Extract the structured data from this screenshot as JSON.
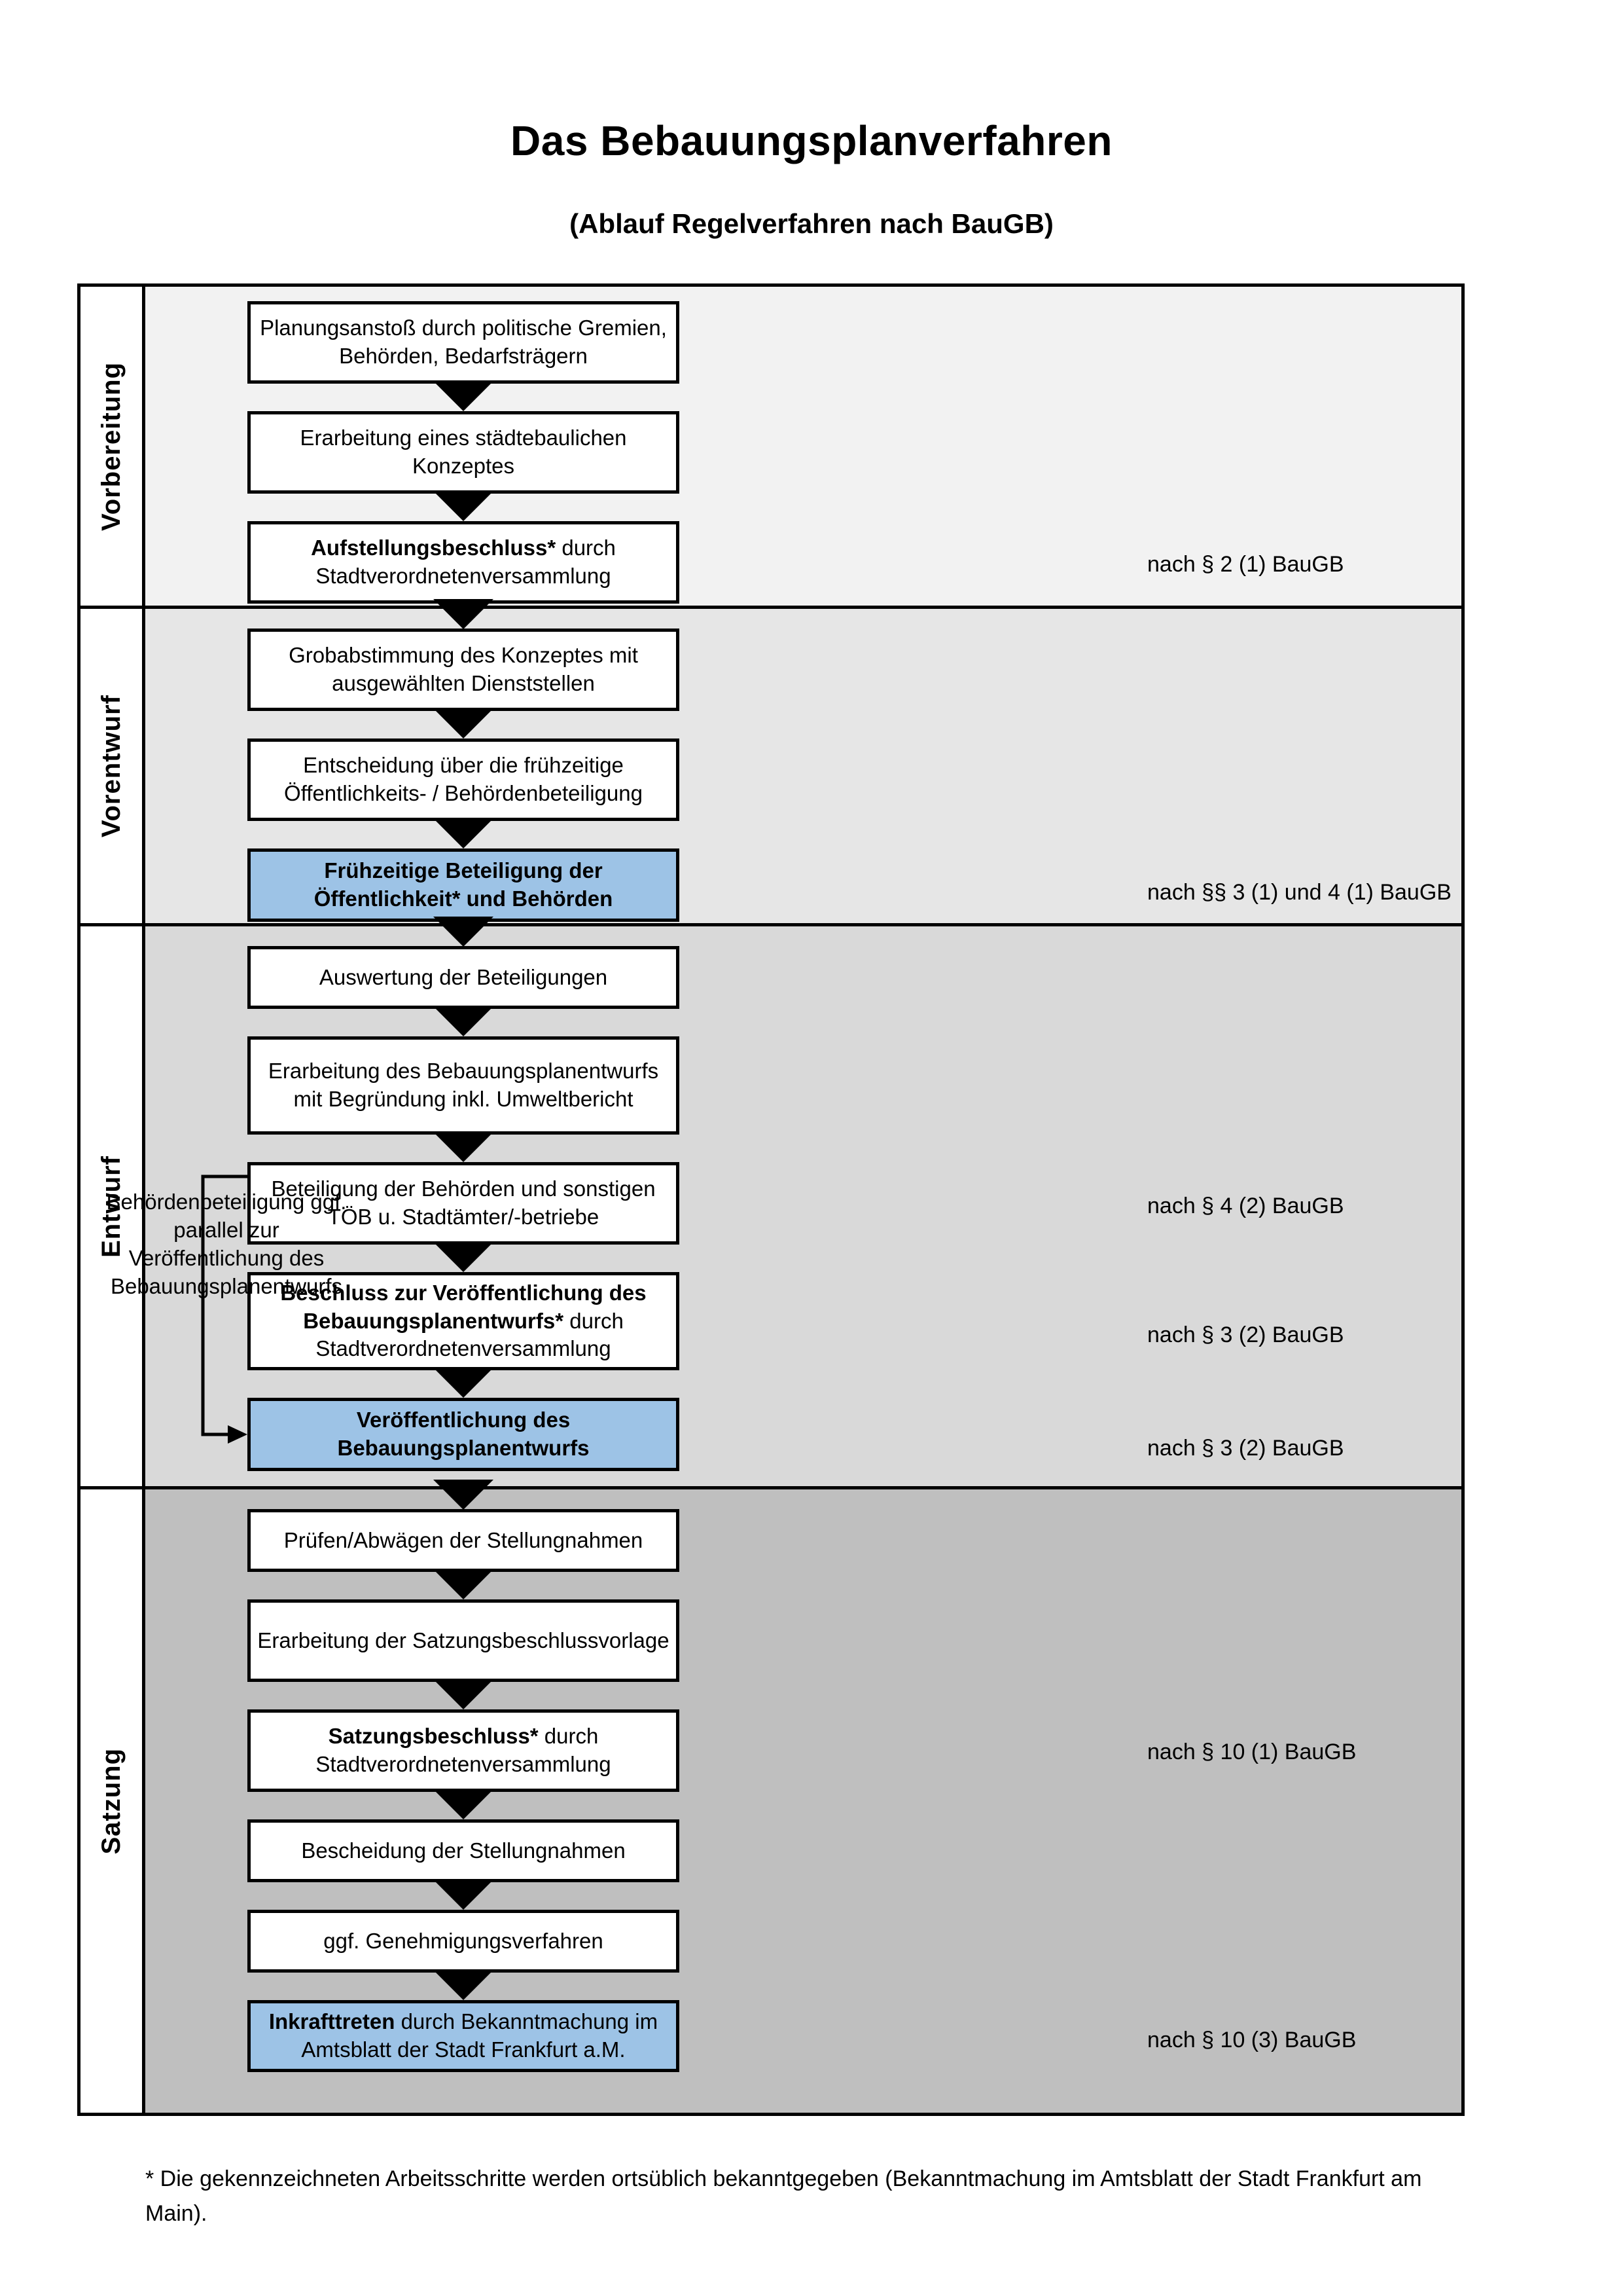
{
  "header": {
    "title": "Das Bebauungsplanverfahren",
    "subtitle": "(Ablauf Regelverfahren nach BauGB)"
  },
  "colors": {
    "highlight_blue": "#9dc3e6",
    "lane1_bg": "#f2f2f2",
    "lane2_bg": "#e6e6e6",
    "lane3_bg": "#d9d9d9",
    "lane4_bg": "#bfbfbf",
    "outline": "#000000"
  },
  "flowchart": {
    "type": "flowchart",
    "orientation": "vertical",
    "lanes": [
      {
        "id": "vorbereitung",
        "label": "Vorbereitung",
        "background": "#f2f2f2",
        "steps": [
          {
            "id": "s1",
            "text": "Planungsanstoß durch politische Gremien, Behörden, Bedarfsträgern",
            "bold_prefix": "",
            "highlight": false
          },
          {
            "id": "s2",
            "text": "Erarbeitung eines städtebaulichen Konzeptes",
            "bold_prefix": "",
            "highlight": false
          },
          {
            "id": "s3",
            "text": "Aufstellungsbeschluss* durch Stadtverordnetenversammlung",
            "bold_prefix": "Aufstellungsbeschluss*",
            "bold_rest": " durch Stadtverordnetenversammlung",
            "highlight": false
          }
        ],
        "legal_refs": [
          {
            "text": "nach § 2 (1) BauGB",
            "for_step": "s3"
          }
        ]
      },
      {
        "id": "vorentwurf",
        "label": "Vorentwurf",
        "background": "#e6e6e6",
        "steps": [
          {
            "id": "s4",
            "text": "Grobabstimmung des Konzeptes mit ausgewählten Dienststellen",
            "highlight": false
          },
          {
            "id": "s5",
            "text": "Entscheidung über die frühzeitige Öffentlichkeits- / Behördenbeteiligung",
            "highlight": false
          },
          {
            "id": "s6",
            "text": "Frühzeitige Beteiligung der Öffentlichkeit* und Behörden",
            "highlight": true
          }
        ],
        "legal_refs": [
          {
            "text": "nach §§ 3 (1) und 4 (1) BauGB",
            "for_step": "s6"
          }
        ]
      },
      {
        "id": "entwurf",
        "label": "Entwurf",
        "background": "#d9d9d9",
        "side_note": "Behördenbeteiligung ggf. parallel zur Veröffentlichung des Bebauungsplanentwurfs",
        "steps": [
          {
            "id": "s7",
            "text": "Auswertung der Beteiligungen",
            "highlight": false
          },
          {
            "id": "s8",
            "text": "Erarbeitung des Bebauungsplanentwurfs mit Begründung inkl. Umweltbericht",
            "highlight": false
          },
          {
            "id": "s9",
            "text": "Beteiligung der Behörden und sonstigen TÖB u. Stadtämter/-betriebe",
            "highlight": false
          },
          {
            "id": "s10",
            "text": "Beschluss zur Veröffentlichung des Bebauungsplanentwurfs* durch Stadtverordnetenversammlung",
            "bold_prefix": "Beschluss zur Veröffentlichung des Bebauungsplanentwurfs*",
            "bold_rest": " durch Stadtverordnetenversammlung",
            "highlight": false
          },
          {
            "id": "s11",
            "text": "Veröffentlichung des Bebauungsplanentwurfs",
            "highlight": true
          }
        ],
        "legal_refs": [
          {
            "text": "nach § 4 (2) BauGB",
            "for_step": "s9"
          },
          {
            "text": "nach § 3 (2) BauGB",
            "for_step": "s10"
          },
          {
            "text": "nach § 3 (2) BauGB",
            "for_step": "s11"
          }
        ],
        "connector": {
          "from": "s9",
          "to": "s11",
          "style": "left-bracket-arrow"
        }
      },
      {
        "id": "satzung",
        "label": "Satzung",
        "background": "#bfbfbf",
        "steps": [
          {
            "id": "s12",
            "text": "Prüfen/Abwägen der Stellungnahmen",
            "highlight": false
          },
          {
            "id": "s13",
            "text": "Erarbeitung der Satzungsbeschlussvorlage",
            "highlight": false
          },
          {
            "id": "s14",
            "text": "Satzungsbeschluss* durch Stadtverordnetenversammlung",
            "bold_prefix": "Satzungsbeschluss*",
            "bold_rest": " durch Stadtverordnetenversammlung",
            "highlight": false
          },
          {
            "id": "s15",
            "text": "Bescheidung der Stellungnahmen",
            "highlight": false
          },
          {
            "id": "s16",
            "text": "ggf. Genehmigungsverfahren",
            "highlight": false
          },
          {
            "id": "s17",
            "text": "Inkrafttreten durch Bekanntmachung im Amtsblatt der Stadt Frankfurt a.M.",
            "bold_prefix": "Inkrafttreten",
            "bold_rest": " durch Bekanntmachung im Amtsblatt der Stadt Frankfurt a.M.",
            "highlight": true
          }
        ],
        "legal_refs": [
          {
            "text": "nach § 10 (1) BauGB",
            "for_step": "s14"
          },
          {
            "text": "nach § 10 (3) BauGB",
            "for_step": "s17"
          }
        ]
      }
    ]
  },
  "footnote": "* Die gekennzeichneten Arbeitsschritte werden ortsüblich bekanntgegeben (Bekanntmachung im Amtsblatt  der Stadt Frankfurt am Main)."
}
